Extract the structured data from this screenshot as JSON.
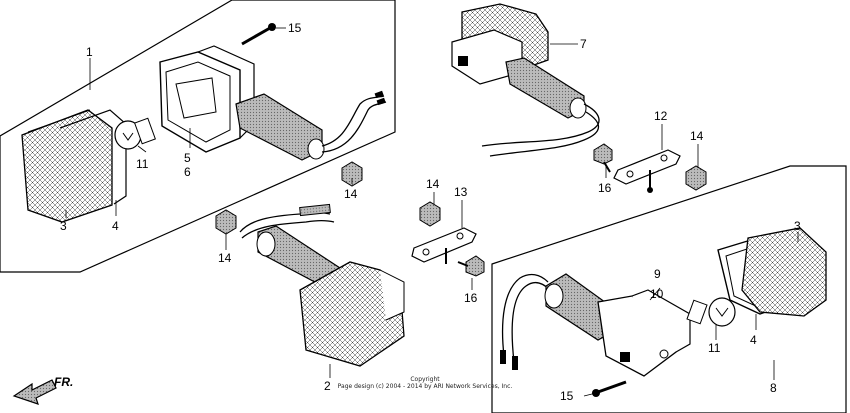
{
  "diagram": {
    "labels": {
      "l1": "1",
      "l2": "2",
      "l3a": "3",
      "l3b": "3",
      "l4a": "4",
      "l4b": "4",
      "l5": "5",
      "l6": "6",
      "l7": "7",
      "l8": "8",
      "l9": "9",
      "l10": "10",
      "l11a": "11",
      "l11b": "11",
      "l12": "12",
      "l13": "13",
      "l14a": "14",
      "l14b": "14",
      "l14c": "14",
      "l14d": "14",
      "l15a": "15",
      "l15b": "15",
      "l16a": "16",
      "l16b": "16"
    },
    "direction": "FR.",
    "copyright_title": "Copyright",
    "copyright_line": "Page design (c) 2004 - 2014 by ARI Network Services, Inc."
  }
}
